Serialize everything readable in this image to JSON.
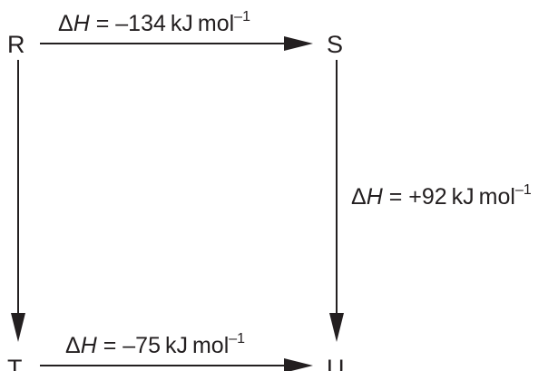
{
  "nodes": {
    "r": "R",
    "s": "S",
    "t": "T",
    "u": "U"
  },
  "arrows": {
    "r_to_s": {
      "symbol": "Δ",
      "variable": "H",
      "value": " = –134 kJ mol",
      "exponent": "–1"
    },
    "s_to_u": {
      "symbol": "Δ",
      "variable": "H",
      "value": " = +92 kJ mol",
      "exponent": "–1"
    },
    "t_to_u": {
      "symbol": "Δ",
      "variable": "H",
      "value": " = –75 kJ mol",
      "exponent": "–1"
    }
  }
}
